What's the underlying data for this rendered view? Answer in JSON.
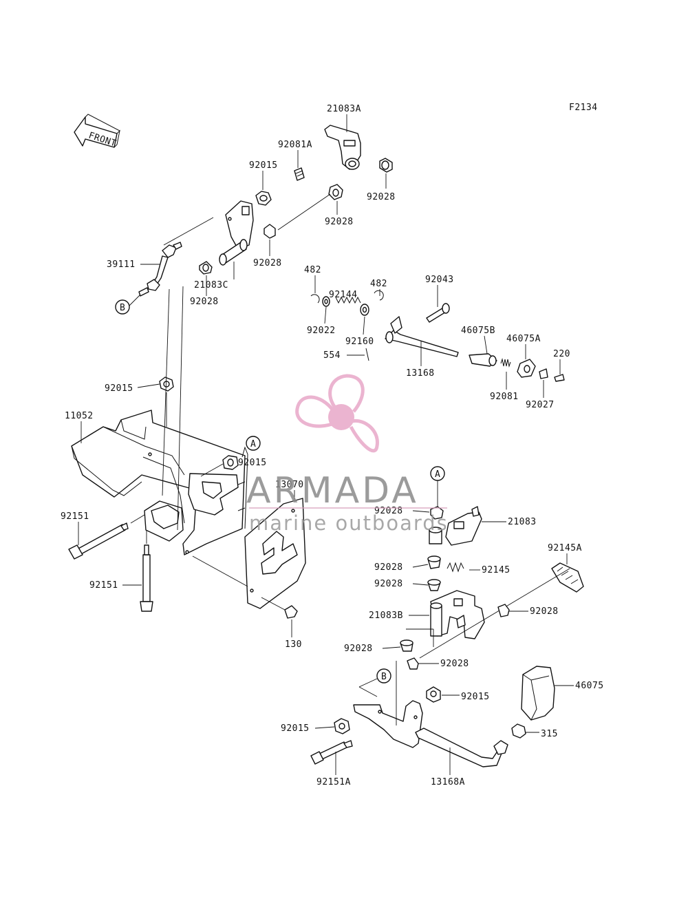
{
  "figure_code": "F2134",
  "front_label": "FRONT",
  "callouts": {
    "a_top": "A",
    "a_bottom": "A",
    "b_left": "B",
    "b_bottom": "B"
  },
  "part_labels": {
    "p21083A": "21083A",
    "p92081A": "92081A",
    "p92015_top": "92015",
    "p92028_a": "92028",
    "p92028_b": "92028",
    "p92028_c": "92028",
    "p92028_d": "92028",
    "p39111": "39111",
    "p21083C": "21083C",
    "p482_a": "482",
    "p92144": "92144",
    "p482_b": "482",
    "p92043": "92043",
    "p92022": "92022",
    "p92160": "92160",
    "p46075B": "46075B",
    "p46075A": "46075A",
    "p220": "220",
    "p554": "554",
    "p13168": "13168",
    "p92081": "92081",
    "p92027": "92027",
    "p92015_mid": "92015",
    "p11052": "11052",
    "p92015_frame": "92015",
    "p13070": "13070",
    "p92151_a": "92151",
    "p92151_b": "92151",
    "p130": "130",
    "p92028_e": "92028",
    "p21083": "21083",
    "p92145A": "92145A",
    "p92028_f": "92028",
    "p92145": "92145",
    "p92028_g": "92028",
    "p21083B": "21083B",
    "p92028_h": "92028",
    "p92028_i": "92028",
    "p92028_j": "92028",
    "p46075": "46075",
    "p92015_b1": "92015",
    "p92015_b2": "92015",
    "p315": "315",
    "p92151A": "92151A",
    "p13168A": "13168A"
  },
  "watermark": {
    "brand": "ARMADA",
    "tagline": "marine outboards"
  },
  "colors": {
    "ink": "#111111",
    "watermark_pink": "#e8a8c8",
    "watermark_gray": "#8a8a8a"
  }
}
